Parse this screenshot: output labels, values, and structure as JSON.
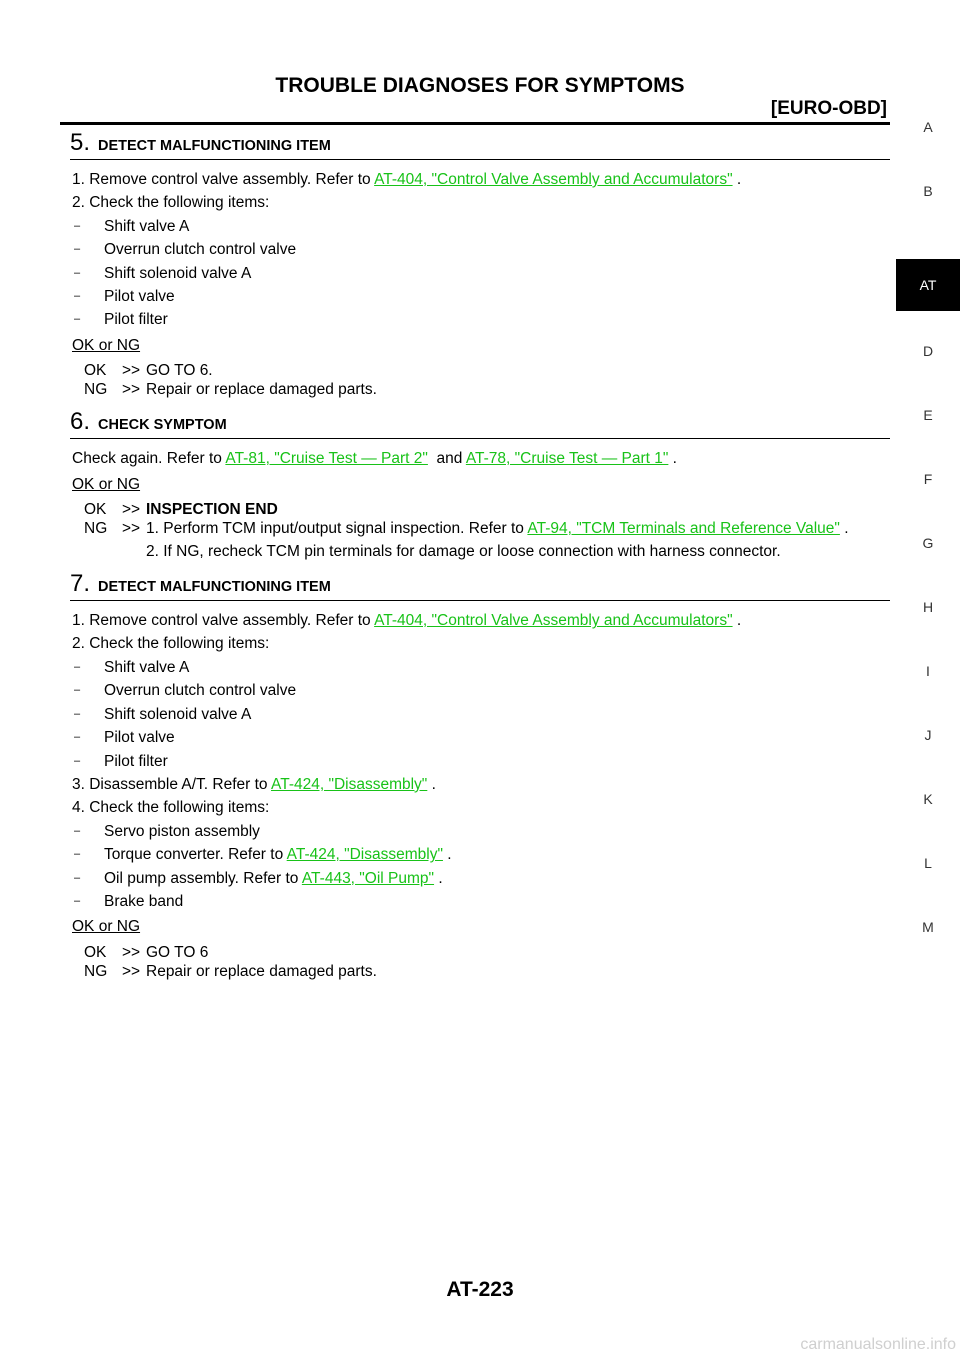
{
  "header": {
    "title": "TROUBLE DIAGNOSES FOR SYMPTOMS",
    "subtitle": "[EURO-OBD]"
  },
  "side_tabs": [
    "A",
    "B",
    "AT",
    "D",
    "E",
    "F",
    "G",
    "H",
    "I",
    "J",
    "K",
    "L",
    "M"
  ],
  "sections": [
    {
      "num": "5.",
      "title": "DETECT MALFUNCTIONING ITEM",
      "l1_pre": "1. Remove control valve assembly. Refer to ",
      "l1_link": "AT-404, \"Control Valve Assembly and Accumulators\"",
      "l1_post": " .",
      "l2": "2. Check the following items:",
      "items": [
        "Shift valve A",
        "Overrun clutch control valve",
        "Shift solenoid valve A",
        "Pilot valve",
        "Pilot filter"
      ],
      "okng": "OK or NG",
      "ok_key": "OK",
      "ok_arrow": ">>",
      "ok_val": "GO TO 6.",
      "ng_key": "NG",
      "ng_arrow": ">>",
      "ng_val": "Repair or replace damaged parts."
    },
    {
      "num": "6.",
      "title": "CHECK SYMPTOM",
      "pre": "Check again. Refer to ",
      "link1": "AT-81, \"Cruise Test — Part 2\"",
      "mid": "  and ",
      "link2": "AT-78, \"Cruise Test — Part 1\"",
      "post": " .",
      "okng": "OK or NG",
      "ok_key": "OK",
      "ok_arrow": ">>",
      "ok_val": "INSPECTION END",
      "ng_key": "NG",
      "ng_arrow": ">>",
      "ng_pre": "1. Perform TCM input/output signal inspection. Refer to ",
      "ng_link": "AT-94, \"TCM Terminals and Reference Value\"",
      "ng_post": " .",
      "ng_line2": "2. If NG, recheck TCM pin terminals for damage or loose connection with harness connector."
    },
    {
      "num": "7.",
      "title": "DETECT MALFUNCTIONING ITEM",
      "l1_pre": "1. Remove control valve assembly. Refer to ",
      "l1_link": "AT-404, \"Control Valve Assembly and Accumulators\"",
      "l1_post": " .",
      "l2": "2. Check the following items:",
      "items": [
        "Shift valve A",
        "Overrun clutch control valve",
        "Shift solenoid valve A",
        "Pilot valve",
        "Pilot filter"
      ],
      "l3_pre": "3. Disassemble A/T. Refer to ",
      "l3_link": "AT-424, \"Disassembly\"",
      "l3_post": " .",
      "l4": "4. Check the following items:",
      "item_a": "Servo piston assembly",
      "item_b_pre": "Torque converter. Refer to ",
      "item_b_link": "AT-424, \"Disassembly\"",
      "item_b_post": " .",
      "item_c_pre": "Oil pump assembly. Refer to ",
      "item_c_link": "AT-443, \"Oil Pump\"",
      "item_c_post": " .",
      "item_d": "Brake band",
      "okng": "OK or NG",
      "ok_key": "OK",
      "ok_arrow": ">>",
      "ok_val": "GO TO 6",
      "ng_key": "NG",
      "ng_arrow": ">>",
      "ng_val": "Repair or replace damaged parts."
    }
  ],
  "footer": {
    "page": "AT-223"
  },
  "watermark": "carmanualsonline.info",
  "colors": {
    "link": "#18c218",
    "active_tab_bg": "#000000"
  }
}
